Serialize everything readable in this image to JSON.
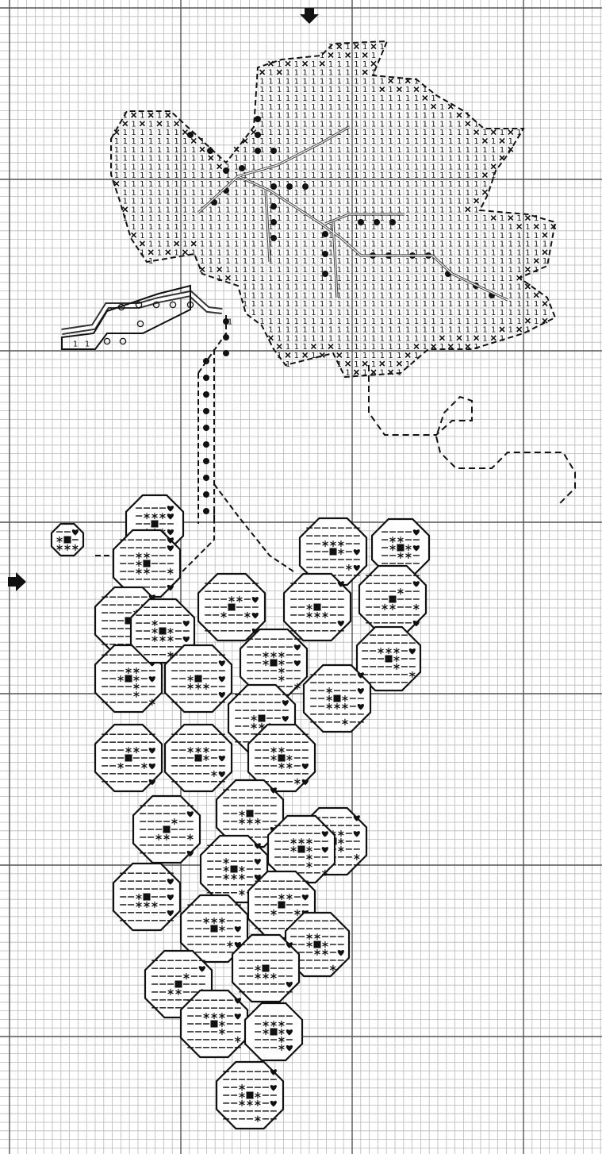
{
  "pattern": {
    "subject": "cross-stitch chart of a grape cluster with a vine leaf",
    "grid": {
      "minor_every_cells": 1,
      "major_every_cells": 10,
      "colors": {
        "minor": "#b9b9b9",
        "major": "#555555",
        "background": "#ffffff",
        "ink": "#111111"
      }
    },
    "center_markers": [
      {
        "icon": "arrow-down-icon",
        "edge": "top",
        "meaning": "vertical center"
      },
      {
        "icon": "arrow-right-icon",
        "edge": "left",
        "meaning": "horizontal center"
      }
    ],
    "symbols": {
      "leaf_fill": "1",
      "leaf_edge": "cross-x",
      "leaf_veins": "filled-dot",
      "stem": "open-circle",
      "grape_highlight": "asterisk",
      "grape_shadow": "filled-square",
      "grape_mid": "dash",
      "grape_dark": "heart"
    },
    "regions": [
      "leaf",
      "leaf-veins-backstitch",
      "stem",
      "stem-vine",
      "tendril",
      "grape-cluster"
    ]
  }
}
